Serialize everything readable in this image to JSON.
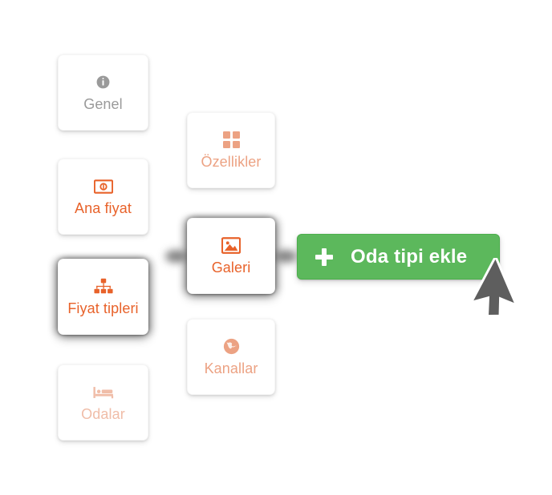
{
  "background_color": "#ffffff",
  "palette": {
    "orange_active": "#e8622a",
    "orange_faded": "#eca283",
    "orange_pale": "#f0bda8",
    "grey": "#9a9a9a",
    "green_button": "#5cb85c",
    "green_button_border": "#4cae4c",
    "button_text": "#ffffff",
    "card_background": "#ffffff"
  },
  "left_column": {
    "items": [
      {
        "label": "Genel",
        "icon": "info-circle-icon",
        "tone": "grey",
        "state": "inactive"
      },
      {
        "label": "Ana fiyat",
        "icon": "money-bill-icon",
        "tone": "orange",
        "state": "inactive"
      },
      {
        "label": "Fiyat tipleri",
        "icon": "sitemap-icon",
        "tone": "orange",
        "state": "active"
      },
      {
        "label": "Odalar",
        "icon": "bed-icon",
        "tone": "pale",
        "state": "disabled"
      }
    ]
  },
  "middle_column": {
    "items": [
      {
        "label": "Özellikler",
        "icon": "grid-squares-icon",
        "tone": "faded",
        "state": "inactive"
      },
      {
        "label": "Galeri",
        "icon": "image-icon",
        "tone": "orange",
        "state": "active"
      },
      {
        "label": "Kanallar",
        "icon": "globe-icon",
        "tone": "faded",
        "state": "inactive"
      }
    ]
  },
  "action_button": {
    "label": "Oda tipi ekle",
    "icon": "plus-icon"
  },
  "pointer": {
    "icon": "mouse-cursor-arrow"
  }
}
